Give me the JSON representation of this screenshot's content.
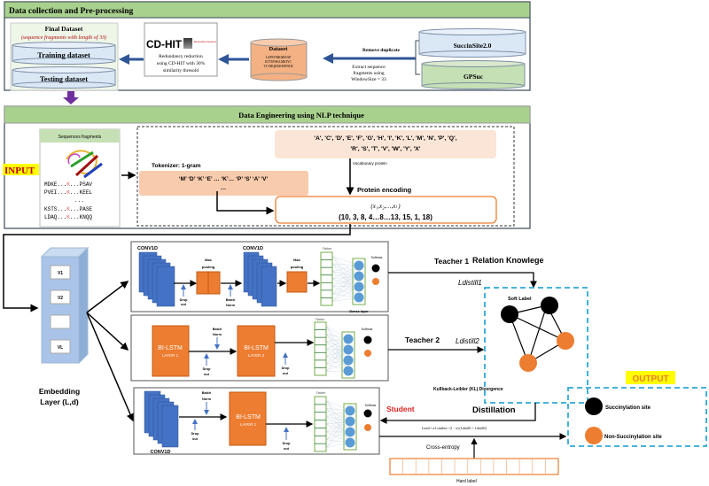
{
  "colors": {
    "header_green": "#a9d18e",
    "cylinder_blue": "#dae8f6",
    "cylinder_green": "#c5e0b4",
    "peach": "#fbe5d6",
    "orange": "#ed7d31",
    "conv_blue": "#4472c4",
    "neuron_blue": "#5b9bd5",
    "dashed_cyan": "#2fa8d8",
    "input_yellow": "#ffff00",
    "purple": "#7030a0"
  },
  "preprocessing": {
    "title": "Data collection and Pre-processing",
    "final_dataset": {
      "title": "Final Dataset",
      "subtitle": "(sequence fragments with length of 33)",
      "training": "Training dataset",
      "testing": "Testing dataset"
    },
    "cdhit": {
      "logo": "CD-HIT",
      "logo_tag": "Representative Sequences",
      "desc": [
        "Redundancy reduction",
        "using CD-HIT with 30%",
        "similarity thresold"
      ]
    },
    "dataset": {
      "title": "Dataset",
      "seqs": [
        "LAPSTMKIKIEAP",
        "KTTEFSKLMKIYC",
        "YCARQKKKMNNLR"
      ]
    },
    "remove_duplicate": "Remove duplicate",
    "extract": [
      "Extract sequence",
      "fragments using",
      "WindowSize = 33"
    ],
    "sources": [
      "SuccinSite2.0",
      "GPSuc"
    ]
  },
  "nlp": {
    "title": "Data Engineering using NLP technique",
    "input_label": "INPUT",
    "fragments_title": "Sequences fragments",
    "fragments": [
      [
        "MDKE...",
        "K",
        "...PSAV"
      ],
      [
        "PVEI...",
        "K",
        "...KEEL"
      ],
      [
        "...",
        "",
        ""
      ],
      [
        "KSTS...",
        "K",
        "...PASE"
      ],
      [
        "LDAQ...",
        "K",
        "...KNQQ"
      ]
    ],
    "tokenizer": "Tokenizer: 1-gram",
    "tokens": "‘M’ ‘D’ ‘K’ ‘E’ … ‘K’… ‘P’ ‘S’ ‘A’ ‘V’",
    "tokens_more": "…",
    "vocab": [
      "'A', 'C', 'D', 'E', 'F', 'G', 'H', 'I', 'K', 'L', 'M', 'N', 'P', 'Q',",
      "'R', 'S', 'T', 'V', 'W', 'Y', 'X'"
    ],
    "vocab_label": "Vocabunary protein",
    "encoding_label": "Protein encoding",
    "encoding_vars": "(x₁,x₂,…,xₗ )",
    "encoding_values": "(10, 3, 8, 4…8…13, 15, 1, 18)"
  },
  "embedding": {
    "cells": [
      "V1",
      "V2",
      "",
      "VL"
    ],
    "label": [
      "Embedding",
      "Layer (L,d)"
    ]
  },
  "teacher1": {
    "conv1": "CONV1D",
    "conv2": "CONV1D",
    "maxpool": [
      "Max",
      "pooling"
    ],
    "dropout": [
      "Drop",
      "out"
    ],
    "batchnorm": [
      "Batch",
      "Norm"
    ],
    "flatten": "Flatten",
    "dense": "Dense layer",
    "softmax": "Softmax",
    "label": "Teacher 1",
    "loss": "Ldistill1"
  },
  "teacher2": {
    "lstm1": [
      "BI-LSTM",
      "LAYER 1"
    ],
    "lstm2": [
      "BI-LSTM",
      "LAYER 2"
    ],
    "batchnorm": [
      "Batch",
      "Norm"
    ],
    "dropout": [
      "Drop",
      "out"
    ],
    "flatten": "Flatten",
    "softmax": "Softmax",
    "label": "Teacher 2",
    "loss": "Ldistill2"
  },
  "student": {
    "conv": "CONV1D",
    "lstm": [
      "BI-LSTM",
      "LAYER 1"
    ],
    "batchnorm": [
      "Batch",
      "Norm"
    ],
    "dropout": [
      "Drop",
      "out"
    ],
    "flatten": "Flatten",
    "softmax": "Softmax",
    "label": "Student"
  },
  "distill": {
    "relation": "Relation Knowlege",
    "soft_label": "Soft Label",
    "kl": "Kullback-Leibler (KL) Divergence",
    "distillation": "Distillation",
    "formula": "Ltotal = α.Lstudent + (1 − α).(Ldistill1 + Ldistill2)",
    "cross_entropy": "Cross-entropy",
    "hard_label": "Hard label"
  },
  "output": {
    "label": "OUTPUT",
    "items": [
      "Succinylation site",
      "Non-Succinylation site"
    ]
  }
}
